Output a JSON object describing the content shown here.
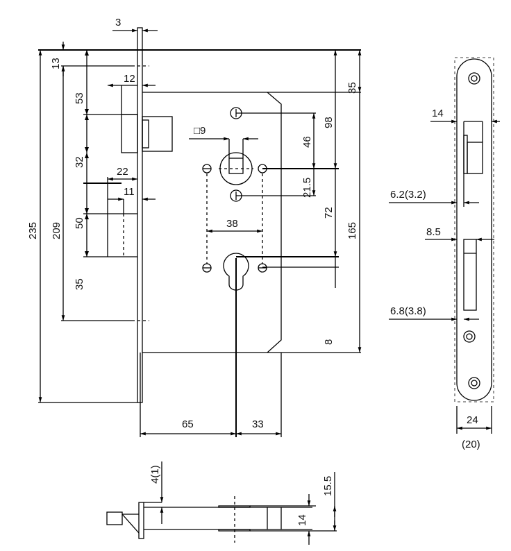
{
  "drawing": {
    "front_view": {
      "dims": {
        "faceplate_thickness": "3",
        "top_to_follower_axis": "13",
        "overall_height": "235",
        "screw_spacing": "209",
        "latch_top": "53",
        "latch_height": "32",
        "latch_to_bolt": "50",
        "bolt_height": "35",
        "latch_throw": "12",
        "bolt_throw": "22",
        "bolt_offset": "11",
        "top_to_case": "35",
        "case_height": "165",
        "top_to_follower": "98",
        "follower_to_upper_hole": "46",
        "follower_to_lower_hole": "21.5",
        "follower_to_cylinder": "72",
        "cylinder_to_hole": "8",
        "spindle_square": "□9",
        "rosette_holes": "38",
        "backset": "65",
        "cylinder_to_back": "33"
      }
    },
    "strike_view": {
      "dims": {
        "latch_width": "14",
        "latch_offset": "6.2(3.2)",
        "bolt_width": "8.5",
        "bolt_offset": "6.8(3.8)",
        "plate_width": "24",
        "plate_width_alt": "(20)"
      }
    },
    "bottom_view": {
      "dims": {
        "faceplate_offset": "4(1)",
        "case_depth_outer": "15.5",
        "case_depth": "14"
      }
    }
  }
}
